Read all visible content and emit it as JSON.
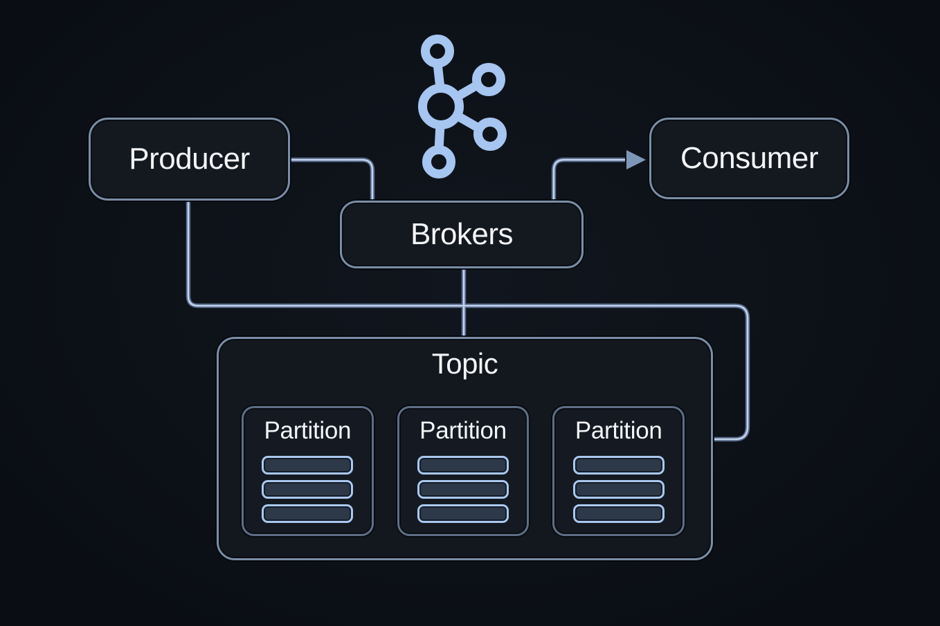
{
  "nodes": {
    "producer": {
      "label": "Producer"
    },
    "brokers": {
      "label": "Brokers"
    },
    "consumer": {
      "label": "Consumer"
    },
    "topic": {
      "label": "Topic",
      "partitions": [
        {
          "label": "Partition",
          "segments": 3
        },
        {
          "label": "Partition",
          "segments": 3
        },
        {
          "label": "Partition",
          "segments": 3
        }
      ]
    }
  },
  "edges": [
    {
      "from": "producer",
      "to": "brokers",
      "arrow": false
    },
    {
      "from": "brokers",
      "to": "consumer",
      "arrow": true
    },
    {
      "from": "brokers",
      "to": "topic",
      "arrow": false
    },
    {
      "from": "producer",
      "to": "topic",
      "arrow": false
    }
  ],
  "icons": {
    "logo": "kafka-logo",
    "arrow": "arrowhead-right"
  },
  "colors": {
    "bg1": "#11161e",
    "bg2": "#0a0e14",
    "node-fill": "#14181f",
    "node-border": "#7b8da5",
    "topic-fill": "#13171e",
    "partition-fill": "#151a22",
    "partition-border": "#5e6e85",
    "bar-fill": "#2d3848",
    "bar-border": "#aac8ef",
    "line-core": "#c2d3ec",
    "line-edge": "#56688a",
    "arrow": "#7f97b7",
    "logo": "#a6c5f0",
    "text": "#f4f5f7"
  }
}
